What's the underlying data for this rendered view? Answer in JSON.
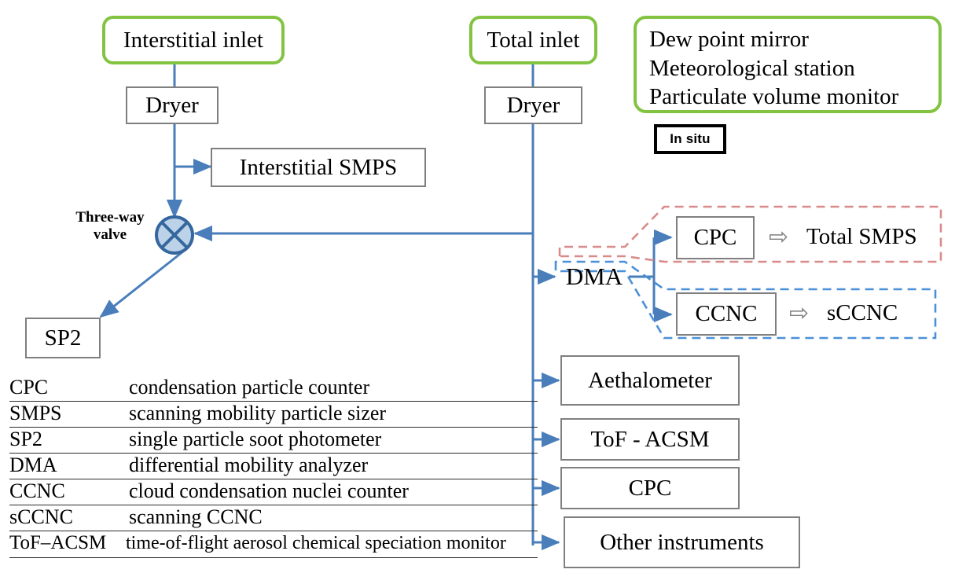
{
  "diagram": {
    "title": "Aerosol measurement setup flow diagram",
    "colors": {
      "inlet_green": "#82c341",
      "box_gray": "#7f7f7f",
      "arrow_blue": "#4a7ebb",
      "valve_fill": "#bcd2e8",
      "valve_stroke": "#35679e",
      "smps_region_red": "#d98b8b",
      "ccnc_region_blue": "#4a90d9",
      "double_arrow_gray": "#808080"
    }
  },
  "inlets": {
    "interstitial": "Interstitial inlet",
    "total": "Total inlet"
  },
  "dryers": {
    "interstitial": "Dryer",
    "total": "Dryer"
  },
  "valve": {
    "label_line1": "Three-way",
    "label_line2": "valve",
    "icon": "crossed-circle-valve-icon"
  },
  "nodes": {
    "interstitial_smps": "Interstitial SMPS",
    "sp2": "SP2",
    "dma": "DMA",
    "cpc": "CPC",
    "ccnc": "CCNC",
    "aethalometer": "Aethalometer",
    "tof_acsm": "ToF - ACSM",
    "cpc_total": "CPC",
    "other": "Other instruments"
  },
  "derived": {
    "total_smps": "Total SMPS",
    "sccnc": "sCCNC",
    "arrow_glyph": "⇨"
  },
  "in_situ_panel": {
    "lines": [
      "Dew point mirror",
      "Meteorological station",
      "Particulate volume monitor"
    ],
    "line1": "Dew point mirror",
    "line2": "Meteorological station",
    "line3": "Particulate volume monitor",
    "tag": "In situ"
  },
  "legend": {
    "rows": [
      {
        "abbr": "CPC",
        "desc": "condensation particle counter"
      },
      {
        "abbr": "SMPS",
        "desc": "scanning mobility particle sizer"
      },
      {
        "abbr": "SP2",
        "desc": "single particle soot photometer"
      },
      {
        "abbr": "DMA",
        "desc": "differential mobility analyzer"
      },
      {
        "abbr": "CCNC",
        "desc": "cloud condensation nuclei counter"
      },
      {
        "abbr": "sCCNC",
        "desc": "scanning CCNC"
      },
      {
        "abbr": "ToF–ACSM",
        "desc": "time-of-flight aerosol chemical speciation monitor"
      }
    ]
  }
}
